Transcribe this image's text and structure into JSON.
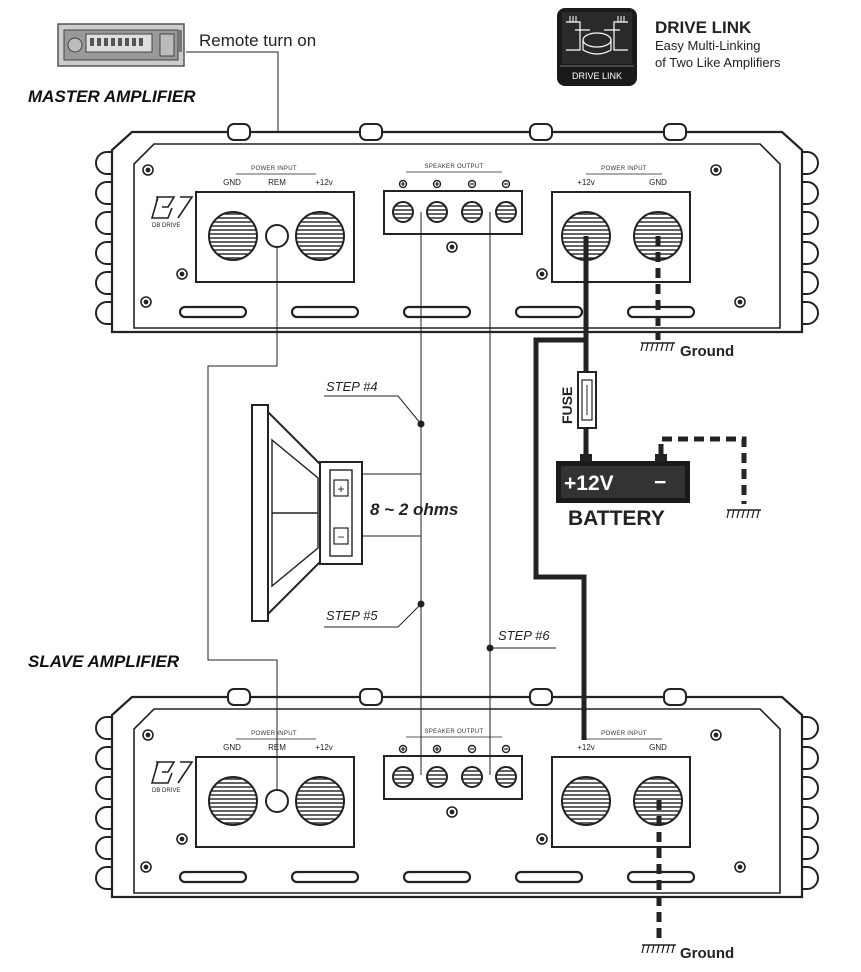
{
  "head_unit": {
    "remote_label": "Remote turn on"
  },
  "drive_link": {
    "badge_text": "DRIVE LINK",
    "title": "DRIVE LINK",
    "line1": "Easy Multi-Linking",
    "line2": "of Two Like Amplifiers"
  },
  "master": {
    "label": "MASTER AMPLIFIER",
    "power_input_left": "POWER INPUT",
    "gnd": "GND",
    "rem": "REM",
    "plus12v": "+12v",
    "speaker_output": "SPEAKER OUTPUT",
    "power_input_right": "POWER INPUT",
    "right_plus12v": "+12v",
    "right_gnd": "GND",
    "logo_text": "DB DRIVE",
    "ground_label": "Ground"
  },
  "slave": {
    "label": "SLAVE AMPLIFIER",
    "power_input_left": "POWER INPUT",
    "gnd": "GND",
    "rem": "REM",
    "plus12v": "+12v",
    "speaker_output": "SPEAKER OUTPUT",
    "power_input_right": "POWER INPUT",
    "right_plus12v": "+12v",
    "right_gnd": "GND",
    "logo_text": "DB DRIVE",
    "ground_label": "Ground"
  },
  "speaker": {
    "impedance": "8 ~ 2 ohms",
    "plus": "+",
    "minus": "−"
  },
  "steps": {
    "step4": "STEP #4",
    "step5": "STEP #5",
    "step6": "STEP #6"
  },
  "fuse": {
    "label": "FUSE"
  },
  "battery": {
    "voltage": "+12V",
    "minus": "−",
    "label": "BATTERY"
  }
}
